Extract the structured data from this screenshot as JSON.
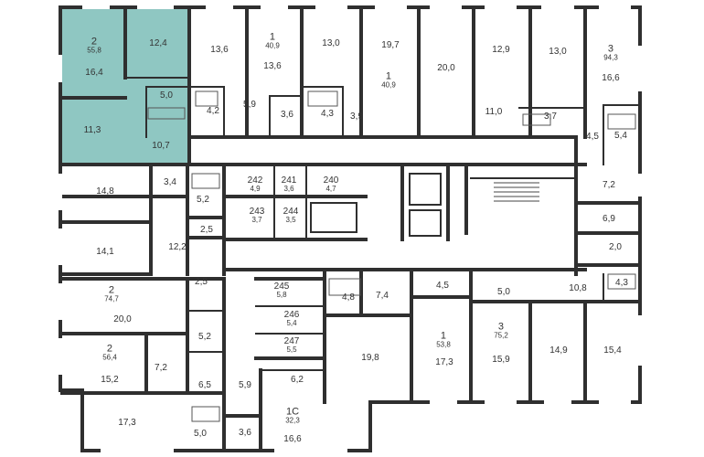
{
  "colors": {
    "wall": "#2f2f2f",
    "highlight": "#8fc7c2",
    "background": "#ffffff",
    "door_arc": "#9a9a9a"
  },
  "apartments": [
    {
      "id": "apt-top-left",
      "rooms": "2",
      "area": "55,8",
      "highlighted": true
    },
    {
      "id": "apt-top-1",
      "rooms": "1",
      "area": "40,9"
    },
    {
      "id": "apt-top-2",
      "rooms": "1",
      "area": "40,9"
    },
    {
      "id": "apt-top-right",
      "rooms": "3",
      "area": "94,3"
    },
    {
      "id": "apt-left-mid",
      "rooms": "2",
      "area": "74,7"
    },
    {
      "id": "apt-left-low",
      "rooms": "2",
      "area": "56,4"
    },
    {
      "id": "apt-bottom-mid",
      "rooms": "1",
      "area": "53,8"
    },
    {
      "id": "apt-bottom-3",
      "rooms": "3",
      "area": "75,2"
    },
    {
      "id": "apt-studio",
      "rooms": "1С",
      "area": "32,3"
    }
  ],
  "storages": [
    {
      "num": "242",
      "area": "4,9"
    },
    {
      "num": "241",
      "area": "3,6"
    },
    {
      "num": "240",
      "area": "4,7"
    },
    {
      "num": "243",
      "area": "3,7"
    },
    {
      "num": "244",
      "area": "3,5"
    },
    {
      "num": "245",
      "area": "5,8"
    },
    {
      "num": "246",
      "area": "5,4"
    },
    {
      "num": "247",
      "area": "5,5"
    }
  ],
  "room_areas": [
    "16,4",
    "12,4",
    "5,0",
    "11,3",
    "10,7",
    "13,6",
    "4,2",
    "5,9",
    "13,6",
    "3,6",
    "13,0",
    "4,3",
    "3,9",
    "19,7",
    "20,0",
    "12,9",
    "11,0",
    "13,0",
    "3,7",
    "16,6",
    "4,5",
    "5,4",
    "14,8",
    "3,4",
    "5,2",
    "2,5",
    "14,1",
    "12,2",
    "7,2",
    "6,9",
    "2,0",
    "4,3",
    "10,8",
    "5,0",
    "4,5",
    "2,5",
    "20,0",
    "4,8",
    "7,4",
    "5,2",
    "15,2",
    "7,2",
    "6,5",
    "5,9",
    "6,2",
    "19,8",
    "17,3",
    "15,9",
    "14,9",
    "15,4",
    "17,3",
    "5,0",
    "3,6",
    "16,6"
  ]
}
